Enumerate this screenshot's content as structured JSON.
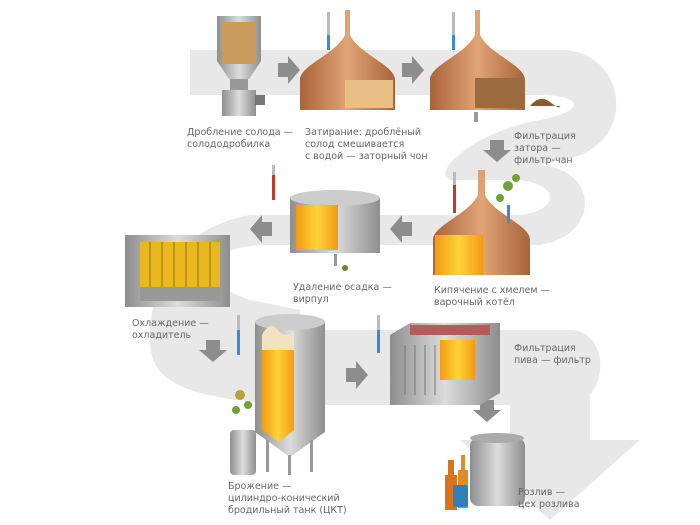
{
  "title": "Процесс пивоварения",
  "colors": {
    "path": "#e8e8e8",
    "arrow": "#8d8d8d",
    "copper": "#c8865a",
    "beer": "#f7b21e",
    "steel": "#b9b9b9",
    "text": "#666666"
  },
  "steps": [
    {
      "id": "milling",
      "lines": [
        "Дробление солода —",
        "солододробилка"
      ]
    },
    {
      "id": "mashing",
      "lines": [
        "Затирание: дроблёный",
        "солод смешивается",
        "с водой — заторный чон"
      ]
    },
    {
      "id": "lautering",
      "lines": [
        "Фильтрация",
        "затора —",
        "фильтр-чан"
      ]
    },
    {
      "id": "boiling",
      "lines": [
        "Кипячение с хмелем —",
        "варочный котёл"
      ]
    },
    {
      "id": "whirlpool",
      "lines": [
        "Удаление осадка —",
        "вирпул"
      ]
    },
    {
      "id": "cooling",
      "lines": [
        "Охлаждение —",
        "охладитель"
      ]
    },
    {
      "id": "fermentation",
      "lines": [
        "Брожение —",
        "цилиндро-конический",
        "бродильный танк (ЦКТ)"
      ]
    },
    {
      "id": "filtration",
      "lines": [
        "Фильтрация",
        "пива — фильтр"
      ]
    },
    {
      "id": "bottling",
      "lines": [
        "Розлив —",
        "цех розлива"
      ]
    }
  ]
}
